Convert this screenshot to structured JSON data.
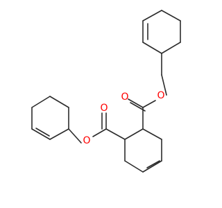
{
  "structure": {
    "atoms": {
      "o_carbonyl_upper": "O",
      "o_ester_upper": "O",
      "o_carbonyl_lower": "O",
      "o_ester_lower": "O"
    },
    "colors": {
      "bond": "#2b2b2b",
      "oxygen": "#ff0000",
      "background": "#ffffff"
    }
  }
}
